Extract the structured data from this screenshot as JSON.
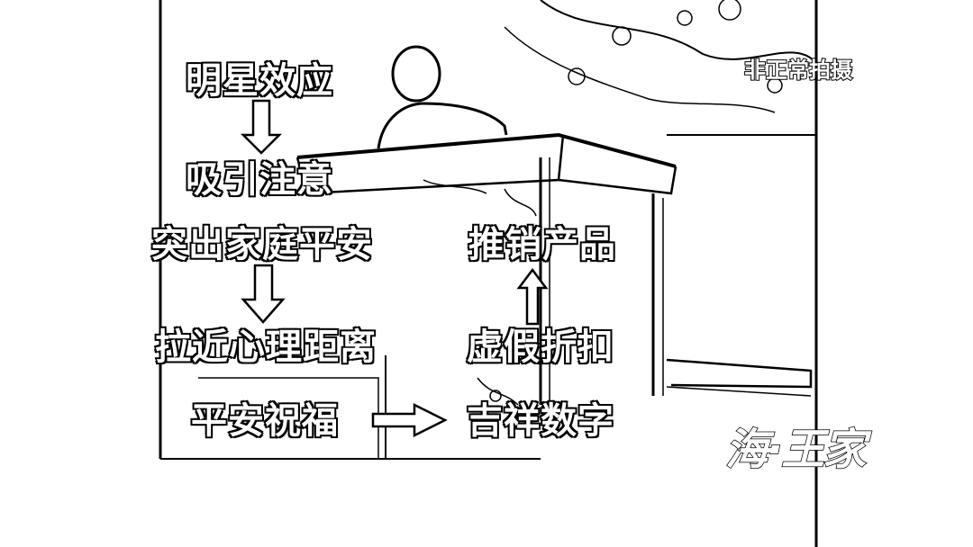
{
  "labels": {
    "celebrity_effect": "明星效应",
    "attract_attention": "吸引注意",
    "highlight_family_safety": "突出家庭平安",
    "close_distance": "拉近心理距离",
    "safety_blessing": "平安祝福",
    "promote_product": "推销产品",
    "fake_discount": "虚假折扣",
    "lucky_number": "吉祥数字"
  },
  "overlay": {
    "corner_note": "非正常拍摄",
    "logo_text": "海·王家"
  },
  "colors": {
    "background": "#ffffff",
    "ink": "#000000",
    "caption_fill": "#ffffff"
  }
}
